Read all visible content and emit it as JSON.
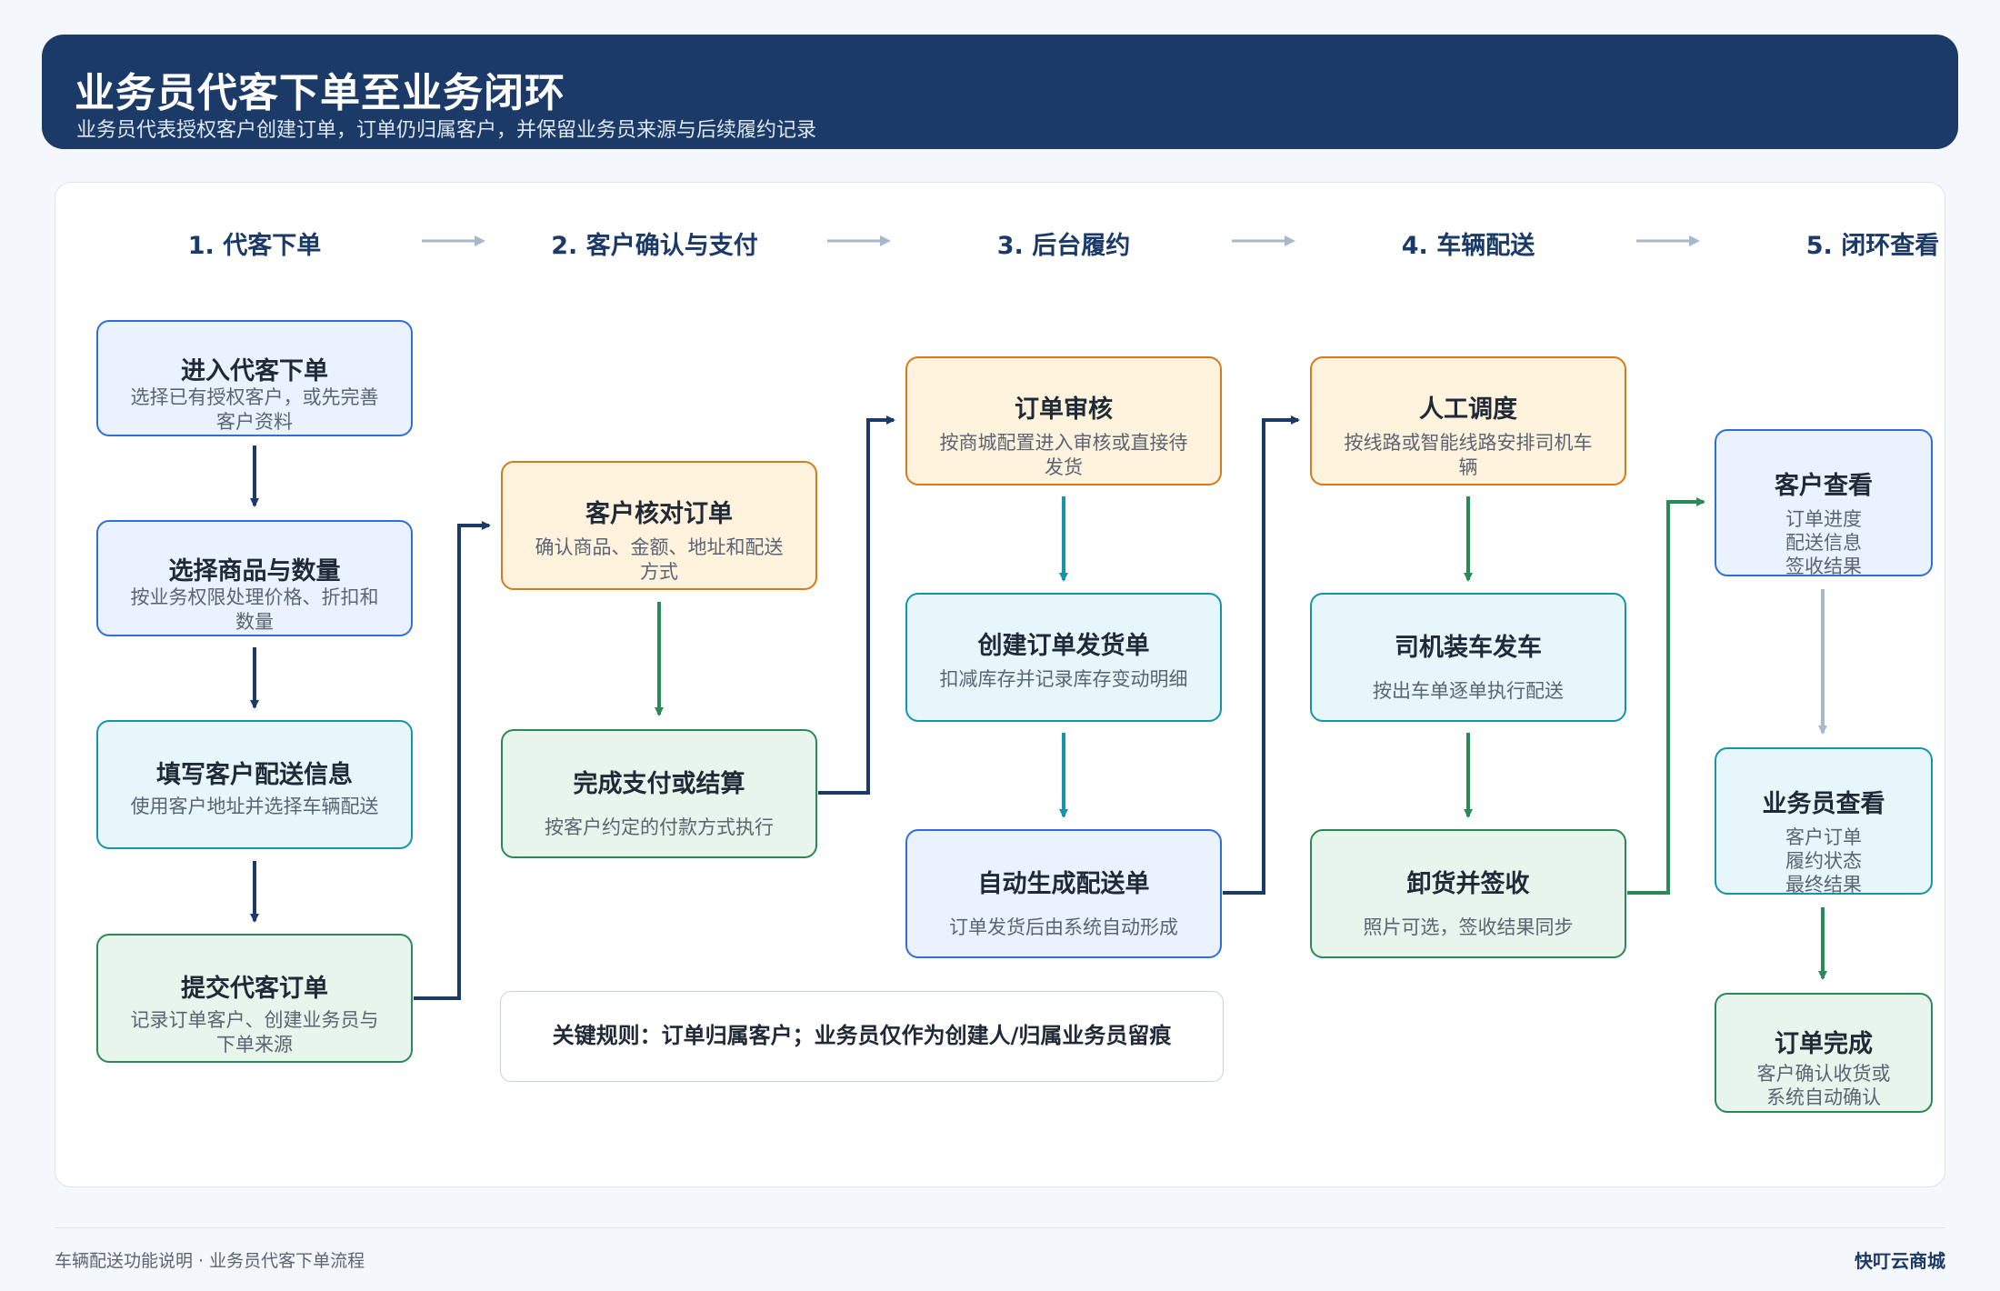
{
  "header": {
    "title": "业务员代客下单至业务闭环",
    "subtitle": "业务员代表授权客户创建订单，订单仍归属客户，并保留业务员来源与后续履约记录"
  },
  "stages": [
    {
      "label": "1. 代客下单"
    },
    {
      "label": "2. 客户确认与支付"
    },
    {
      "label": "3. 后台履约"
    },
    {
      "label": "4. 车辆配送"
    },
    {
      "label": "5. 闭环查看"
    }
  ],
  "steps": [
    {
      "title": "进入代客下单",
      "desc": "选择已有授权客户，或先完善客户资料"
    },
    {
      "title": "选择商品与数量",
      "desc": "按业务权限处理价格、折扣和数量"
    },
    {
      "title": "填写客户配送信息",
      "desc": "使用客户地址并选择车辆配送"
    },
    {
      "title": "提交代客订单",
      "desc": "记录订单客户、创建业务员与下单来源"
    },
    {
      "title": "客户核对订单",
      "desc": "确认商品、金额、地址和配送方式"
    },
    {
      "title": "完成支付或结算",
      "desc": "按客户约定的付款方式执行"
    },
    {
      "title": "订单审核",
      "desc": "按商城配置进入审核或直接待发货"
    },
    {
      "title": "创建订单发货单",
      "desc": "扣减库存并记录库存变动明细"
    },
    {
      "title": "自动生成配送单",
      "desc": "订单发货后由系统自动形成"
    },
    {
      "title": "人工调度",
      "desc": "按线路或智能线路安排司机车辆"
    },
    {
      "title": "司机装车发车",
      "desc": "按出车单逐单执行配送"
    },
    {
      "title": "卸货并签收",
      "desc": "照片可选，签收结果同步"
    },
    {
      "title": "客户查看",
      "lines": [
        "订单进度",
        "配送信息",
        "签收结果"
      ]
    },
    {
      "title": "业务员查看",
      "lines": [
        "客户订单",
        "履约状态",
        "最终结果"
      ]
    },
    {
      "title": "订单完成",
      "lines": [
        "客户确认收货或",
        "系统自动确认"
      ]
    }
  ],
  "rule": "关键规则：订单归属客户；业务员仅作为创建人/归属业务员留痕",
  "footer": {
    "left": "车辆配送功能说明 · 业务员代客下单流程",
    "right": "快叮云商城"
  },
  "colors": {
    "navy": "#1b3a67",
    "blue": "#2e6fdb",
    "orange": "#d97a1a",
    "cyan": "#1595aa",
    "green": "#2a8a55",
    "gray_arrow": "#a9b7cc"
  }
}
